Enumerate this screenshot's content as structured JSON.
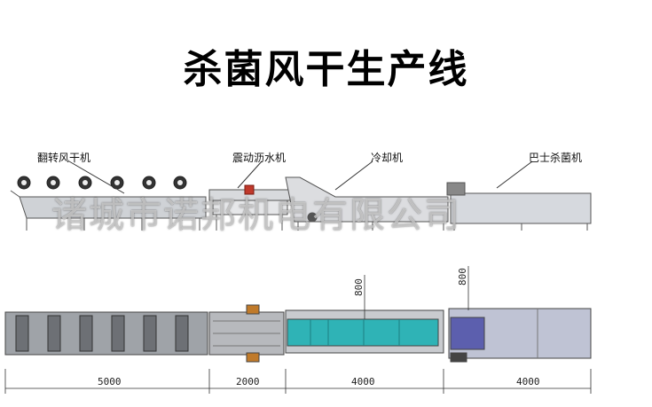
{
  "title": "杀菌风干生产线",
  "labels": {
    "dryer": "翻转风干机",
    "vibration": "震动沥水机",
    "cooling": "冷却机",
    "pasteurizer": "巴士杀菌机"
  },
  "watermark": "诸城市诺邦机电有限公司",
  "dimensions": {
    "d1": "5000",
    "d2": "2000",
    "d3": "4000",
    "d4": "4000",
    "h1": "800",
    "h2": "800"
  },
  "colors": {
    "cooling_section": "#2fb3b6",
    "pasteurizer_section": "#5c5fae",
    "pasteurizer_body": "#bfc3d4"
  }
}
